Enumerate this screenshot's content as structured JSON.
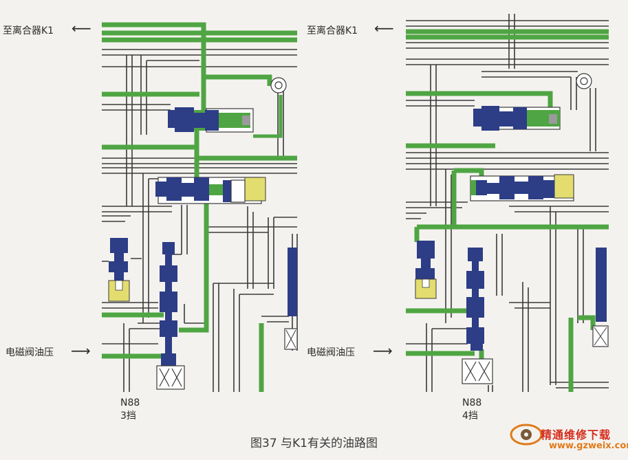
{
  "colors": {
    "pressure": "#4fa543",
    "valve": "#2d3d86",
    "piston": "#e3dd6f",
    "line": "#3a3a3a",
    "background": "#f4f2ef"
  },
  "left_panel": {
    "to_clutch_label": "至离合器K1",
    "solenoid_pressure_label": "电磁阀油压",
    "valve_name": "N88",
    "gear": "3挡"
  },
  "right_panel": {
    "to_clutch_label": "至离合器K1",
    "solenoid_pressure_label": "电磁阀油压",
    "valve_name": "N88",
    "gear": "4挡"
  },
  "caption": "图37   与K1有关的油路图",
  "watermark": {
    "cn": "精通维修下载",
    "url": "www.gzweix.com",
    "logo": "eye-logo-icon"
  }
}
